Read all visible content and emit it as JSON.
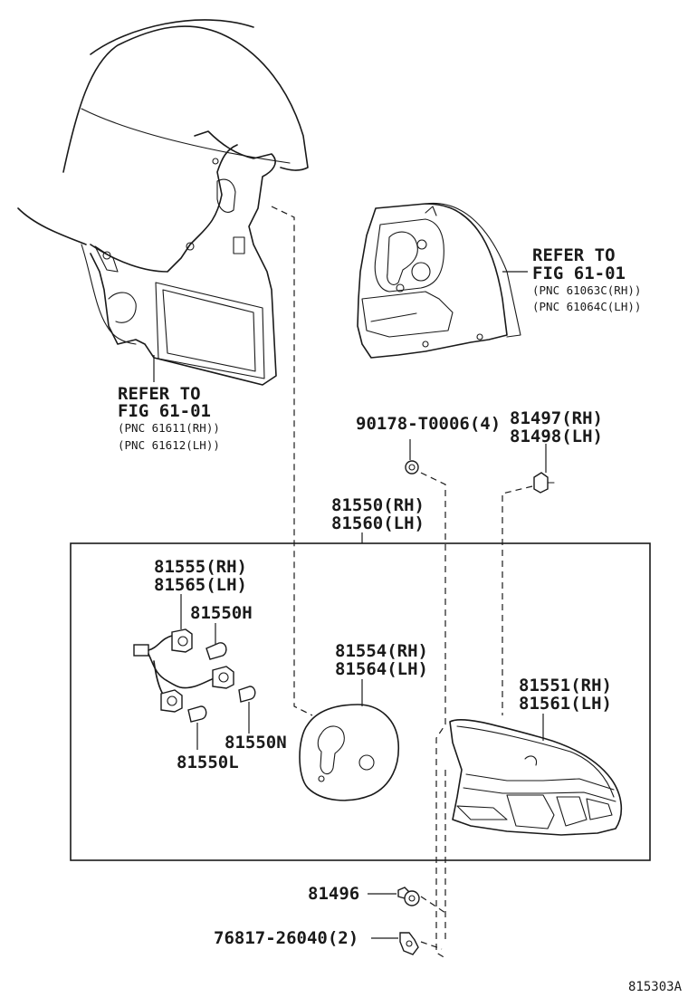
{
  "labels": {
    "refer_top_right": {
      "line1": "REFER TO",
      "line2": "FIG 61-01",
      "line3": "(PNC 61063C(RH))",
      "line4": "(PNC 61064C(LH))"
    },
    "refer_left": {
      "line1": "REFER TO",
      "line2": "FIG 61-01",
      "line3": "(PNC 61611(RH))",
      "line4": "(PNC 61612(LH))"
    },
    "p90178": "90178-T0006(4)",
    "p81497": "81497(RH)",
    "p81498": "81498(LH)",
    "p81550": "81550(RH)",
    "p81560": "81560(LH)",
    "p81555": "81555(RH)",
    "p81565": "81565(LH)",
    "p81550H": "81550H",
    "p81554": "81554(RH)",
    "p81564": "81564(LH)",
    "p81551": "81551(RH)",
    "p81561": "81561(LH)",
    "p81550N": "81550N",
    "p81550L": "81550L",
    "p81496": "81496",
    "p76817": "76817-26040(2)",
    "figure_code": "815303A"
  }
}
